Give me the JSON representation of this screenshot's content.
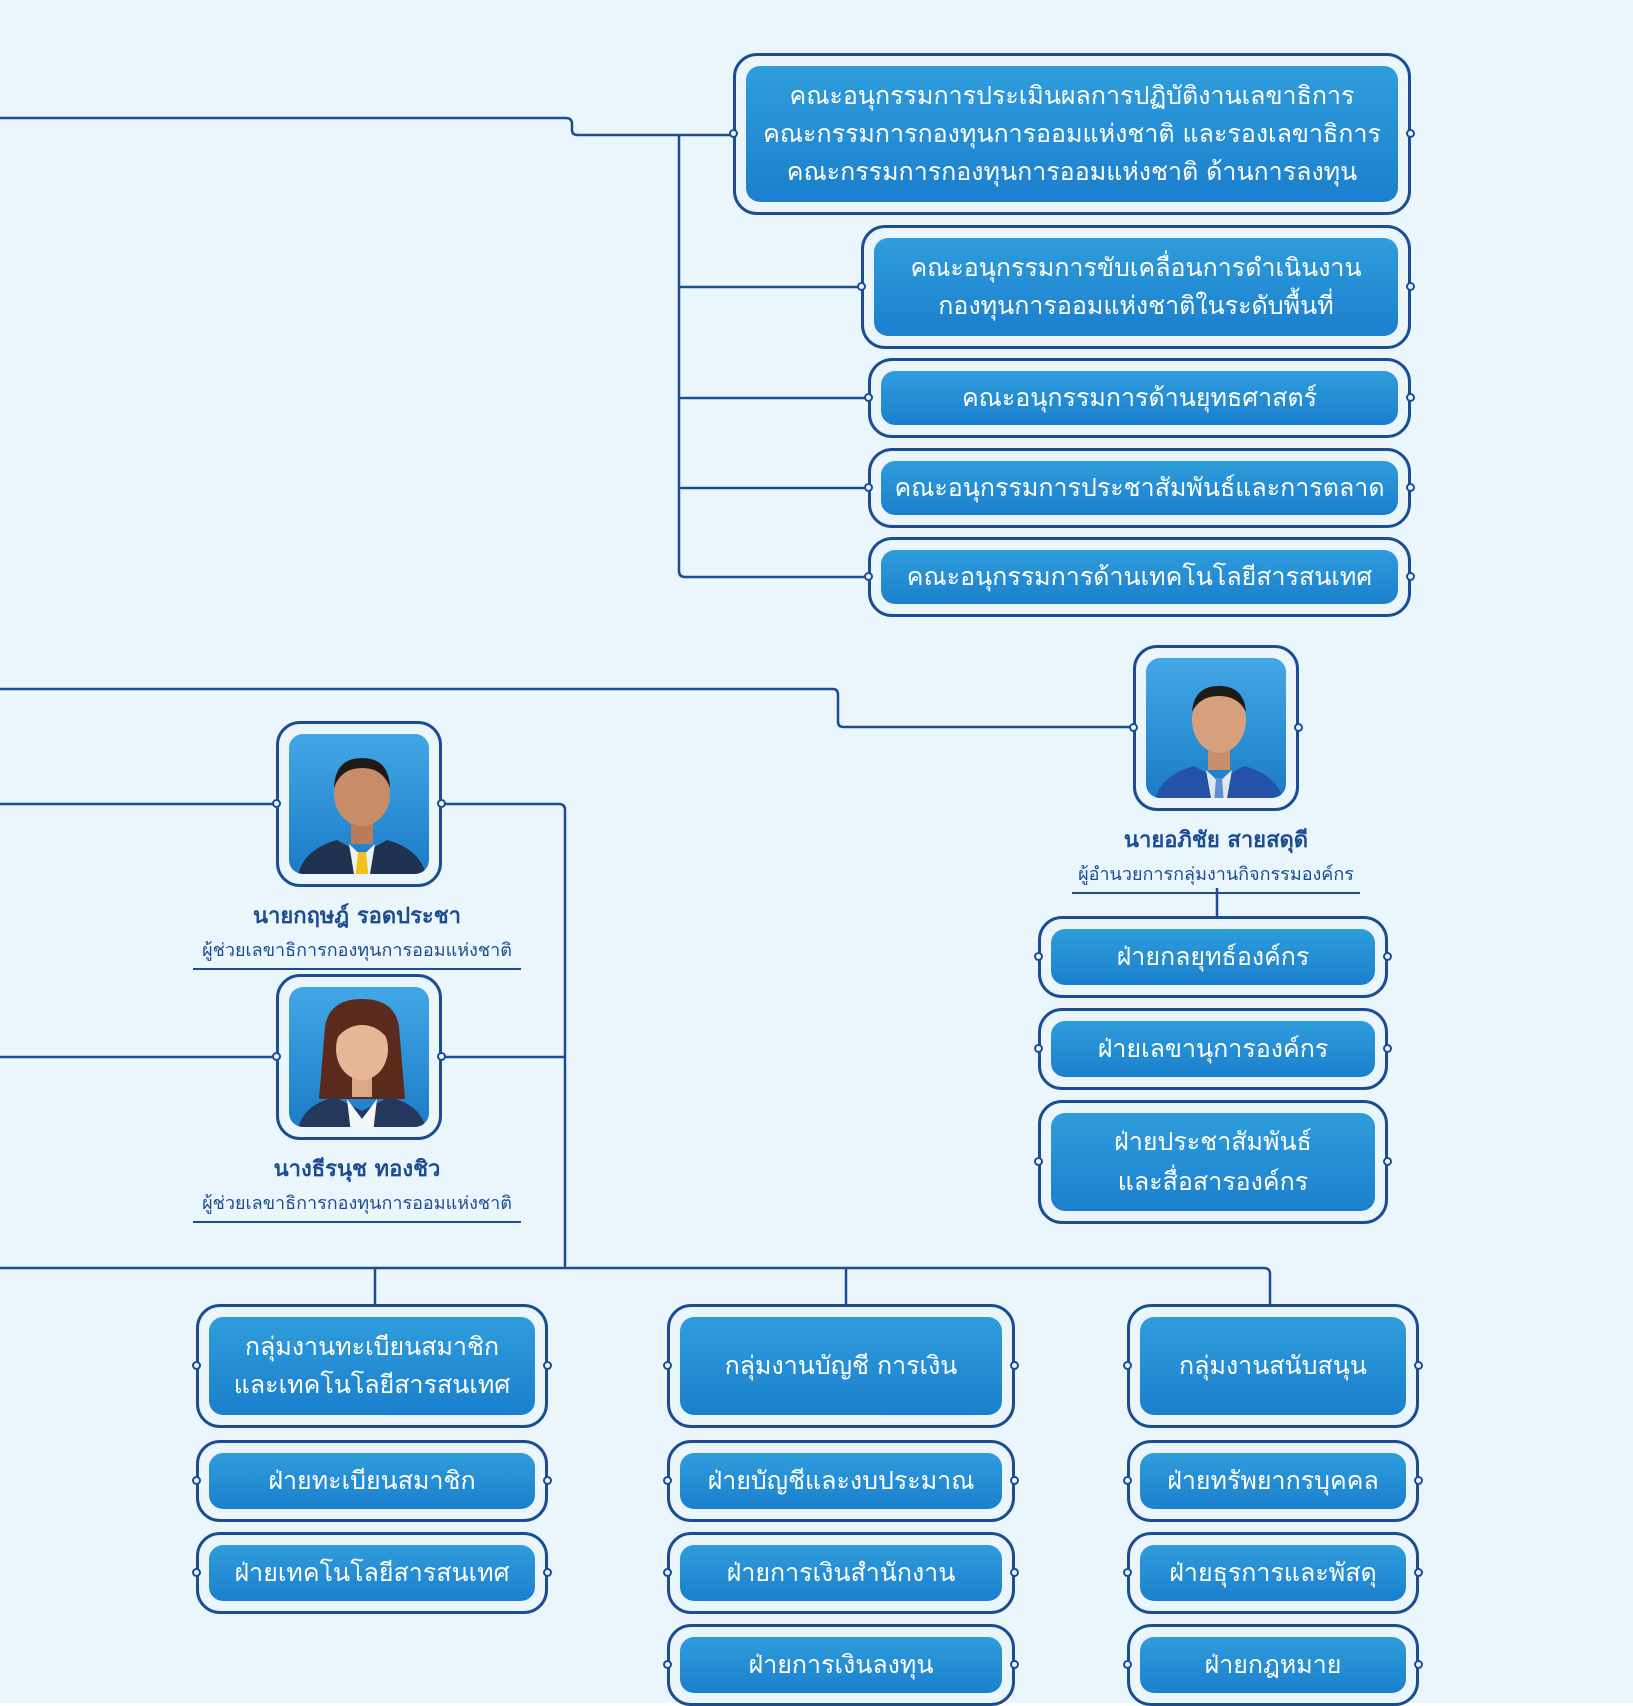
{
  "colors": {
    "background": "#eaf6fc",
    "line": "#1c4d92",
    "box_top": "#2f9ddc",
    "box_bottom": "#1b7fcd",
    "text": "#ffffff"
  },
  "subcommittees": [
    "คณะอนุกรรมการประเมินผลการปฏิบัติงานเลขาธิการ\nคณะกรรมการกองทุนการออมแห่งชาติ และรองเลขาธิการ\nคณะกรรมการกองทุนการออมแห่งชาติ ด้านการลงทุน",
    "คณะอนุกรรมการขับเคลื่อนการดำเนินงาน\nกองทุนการออมแห่งชาติในระดับพื้นที่",
    "คณะอนุกรรมการด้านยุทธศาสตร์",
    "คณะอนุกรรมการประชาสัมพันธ์และการตลาด",
    "คณะอนุกรรมการด้านเทคโนโลยีสารสนเทศ"
  ],
  "people": [
    {
      "name": "นายอภิชัย สายสดุดี",
      "position": "ผู้อำนวยการกลุ่มงานกิจกรรมองค์กร",
      "photo": "portrait-man-blue-suit"
    },
    {
      "name": "นายกฤษฎ์ รอดประชา",
      "position": "ผู้ช่วยเลขาธิการกองทุนการออมแห่งชาติ",
      "photo": "portrait-man-yellow-tie"
    },
    {
      "name": "นางธีรนุช ทองชิว",
      "position": "ผู้ช่วยเลขาธิการกองทุนการออมแห่งชาติ",
      "photo": "portrait-woman-navy-blazer"
    }
  ],
  "org_activity_units": [
    "ฝ่ายกลยุทธ์องค์กร",
    "ฝ่ายเลขานุการองค์กร",
    "ฝ่ายประชาสัมพันธ์\nและสื่อสารองค์กร"
  ],
  "groups": [
    {
      "title": "กลุ่มงานทะเบียนสมาชิก\nและเทคโนโลยีสารสนเทศ",
      "units": [
        "ฝ่ายทะเบียนสมาชิก",
        "ฝ่ายเทคโนโลยีสารสนเทศ"
      ]
    },
    {
      "title": "กลุ่มงานบัญชี การเงิน",
      "units": [
        "ฝ่ายบัญชีและงบประมาณ",
        "ฝ่ายการเงินสำนักงาน",
        "ฝ่ายการเงินลงทุน"
      ]
    },
    {
      "title": "กลุ่มงานสนับสนุน",
      "units": [
        "ฝ่ายทรัพยากรบุคคล",
        "ฝ่ายธุรการและพัสดุ",
        "ฝ่ายกฎหมาย"
      ]
    }
  ]
}
